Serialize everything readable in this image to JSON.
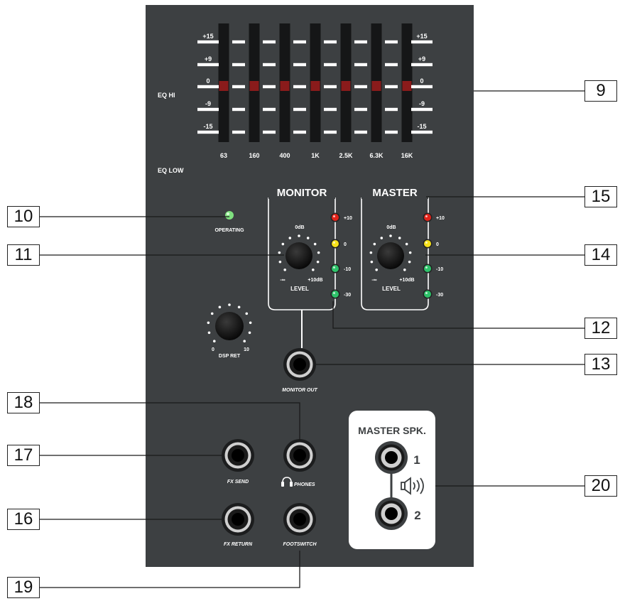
{
  "colors": {
    "panel": "#3d4042",
    "fader_slot": "#151617",
    "led_red": "#e2231a",
    "led_yellow": "#f7e21b",
    "led_green": "#2ec26a",
    "operating_led": "#7fe07f",
    "line": "#1a1a1a",
    "label": "#ffffff"
  },
  "eq": {
    "hi_label": "EQ HI",
    "low_label": "EQ LOW",
    "scale": [
      "+15",
      "+9",
      "0",
      "-9",
      "-15"
    ],
    "bands": [
      "63",
      "160",
      "400",
      "1K",
      "2.5K",
      "6.3K",
      "16K"
    ]
  },
  "operating": {
    "label": "OPERATING"
  },
  "monitor": {
    "title": "MONITOR",
    "knob_top": "0dB",
    "knob_left": "-∞",
    "knob_right": "+10dB",
    "knob_label": "LEVEL",
    "leds": [
      "+10",
      "0",
      "-10",
      "-30"
    ]
  },
  "master": {
    "title": "MASTER",
    "knob_top": "0dB",
    "knob_left": "-∞",
    "knob_right": "+10dB",
    "knob_label": "LEVEL",
    "leds": [
      "+10",
      "0",
      "-10",
      "-30"
    ]
  },
  "dsp": {
    "label": "DSP RET",
    "min": "0",
    "max": "10"
  },
  "jacks": {
    "monitor_out": "MONITOR OUT",
    "fx_send": "FX SEND",
    "phones": "PHONES",
    "fx_return": "FX RETURN",
    "footswitch": "FOOTSWITCH"
  },
  "speaker": {
    "title": "MASTER SPK.",
    "out1": "1",
    "out2": "2"
  },
  "callouts": {
    "c9": "9",
    "c10": "10",
    "c11": "11",
    "c12": "12",
    "c13": "13",
    "c14": "14",
    "c15": "15",
    "c16": "16",
    "c17": "17",
    "c18": "18",
    "c19": "19",
    "c20": "20"
  }
}
